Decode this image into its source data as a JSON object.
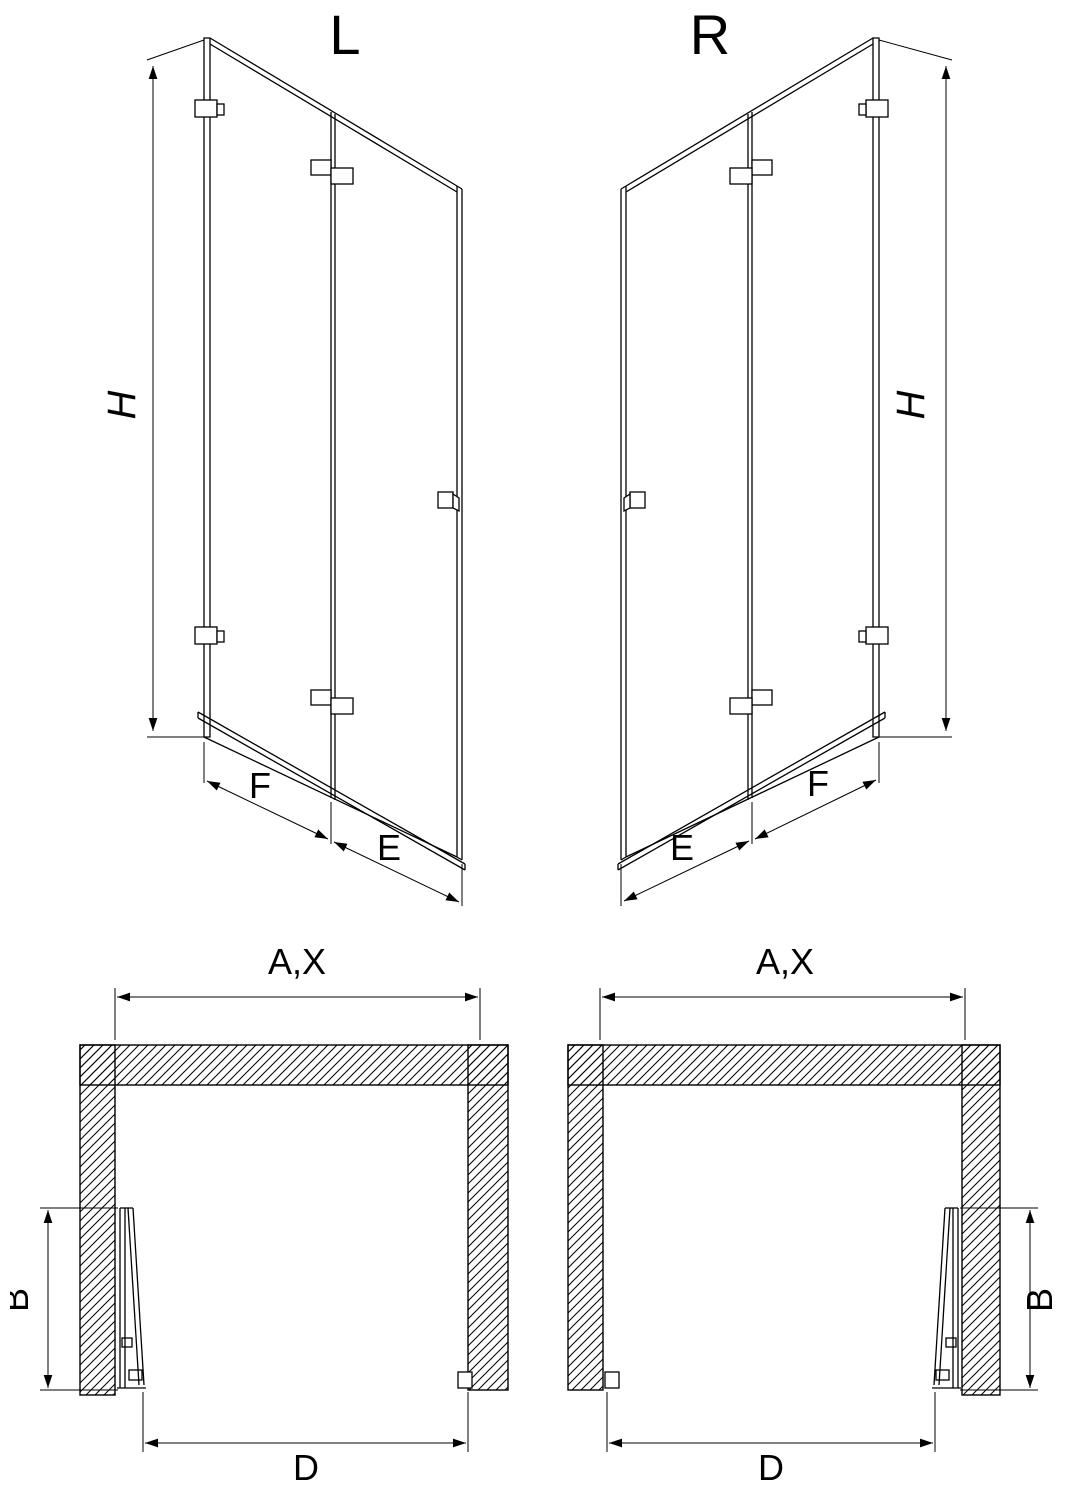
{
  "figures": {
    "l_door": {
      "label": "L",
      "dim_height": "H",
      "dim_f": "F",
      "dim_e": "E"
    },
    "r_door": {
      "label": "R",
      "dim_height": "H",
      "dim_f": "F",
      "dim_e": "E"
    },
    "l_plan": {
      "dim_width": "A,X",
      "dim_b": "B",
      "dim_d": "D"
    },
    "r_plan": {
      "dim_width": "A,X",
      "dim_b": "B",
      "dim_d": "D"
    }
  },
  "colors": {
    "line": "#000000",
    "background": "#ffffff"
  }
}
